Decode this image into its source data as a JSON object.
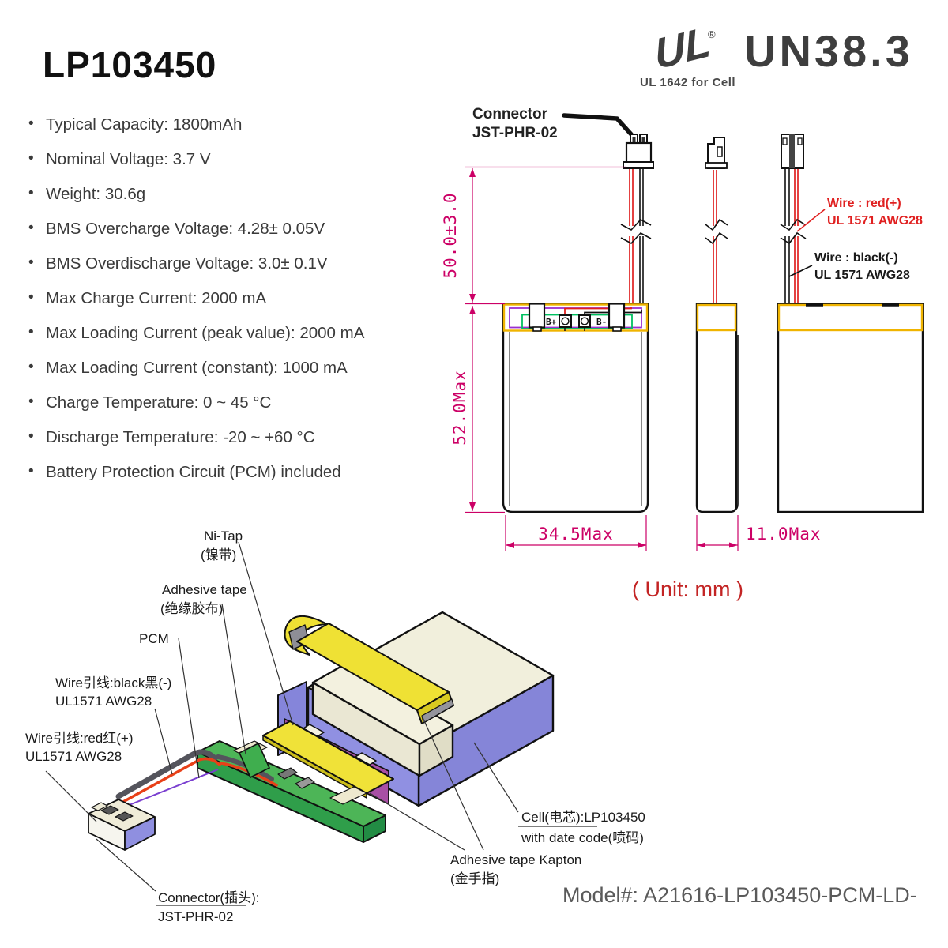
{
  "header": {
    "title": "LP103450"
  },
  "certifications": {
    "ul_glyph": "UL",
    "ul_registered": "®",
    "ul_text": "UL 1642 for Cell",
    "un_text": "UN38.3"
  },
  "specs": {
    "items": [
      "Typical Capacity: 1800mAh",
      "Nominal Voltage: 3.7 V",
      "Weight: 30.6g",
      "BMS Overcharge Voltage: 4.28± 0.05V",
      "BMS Overdischarge Voltage: 3.0± 0.1V",
      "Max Charge Current: 2000 mA",
      "Max Loading Current (peak value): 2000 mA",
      "Max Loading Current (constant): 1000 mA",
      "Charge Temperature: 0 ~ 45 °C",
      "Discharge Temperature: -20 ~ +60 °C",
      "Battery Protection Circuit (PCM) included"
    ]
  },
  "drawing": {
    "connector_label_line1": "Connector",
    "connector_label_line2": "JST-PHR-02",
    "dim_wire_length": "50.0±3.0",
    "dim_body_height": "52.0Max",
    "dim_body_width": "34.5Max",
    "dim_body_thickness": "11.0Max",
    "terminal_positive": "B+",
    "terminal_negative": "B-",
    "wire_red_label_line1": "Wire : red(+)",
    "wire_red_label_line2": "UL 1571 AWG28",
    "wire_black_label_line1": "Wire : black(-)",
    "wire_black_label_line2": "UL 1571 AWG28",
    "unit_note": "( Unit: mm )"
  },
  "isometric": {
    "labels": {
      "ni_tap_line1": "Ni-Tap",
      "ni_tap_line2": "(镍带)",
      "adhesive_tape_line1": "Adhesive tape",
      "adhesive_tape_line2": "(绝缘胶布)",
      "pcm": "PCM",
      "wire_black_line1": "Wire引线:black黑(-)",
      "wire_black_line2": "UL1571 AWG28",
      "wire_red_line1": "Wire引线:red红(+)",
      "wire_red_line2": "UL1571 AWG28",
      "connector_line1": "Connector(插头):",
      "connector_line2": "JST-PHR-02",
      "cell_line1": "Cell(电芯):LP103450",
      "cell_line2": "with date code(喷码)",
      "kapton_line1": "Adhesive tape Kapton",
      "kapton_line2": "(金手指)"
    }
  },
  "footer": {
    "model": "Model#: A21616-LP103450-PCM-LD-"
  },
  "palette": {
    "dimension_magenta": "#cc0066",
    "wire_red": "#e02020",
    "kapton_yellow": "#efe134",
    "band_yellow_stroke": "#f0b400",
    "pcm_purple": "#9b30d0",
    "pcb_green_line": "#00c060",
    "cell_periwinkle": "#8b8bdc",
    "cell_cream": "#f1efdc",
    "head_magenta": "#a84fa5",
    "board_green": "#4db557",
    "unit_red": "#c32424",
    "model_gray": "#5a5a5a"
  }
}
